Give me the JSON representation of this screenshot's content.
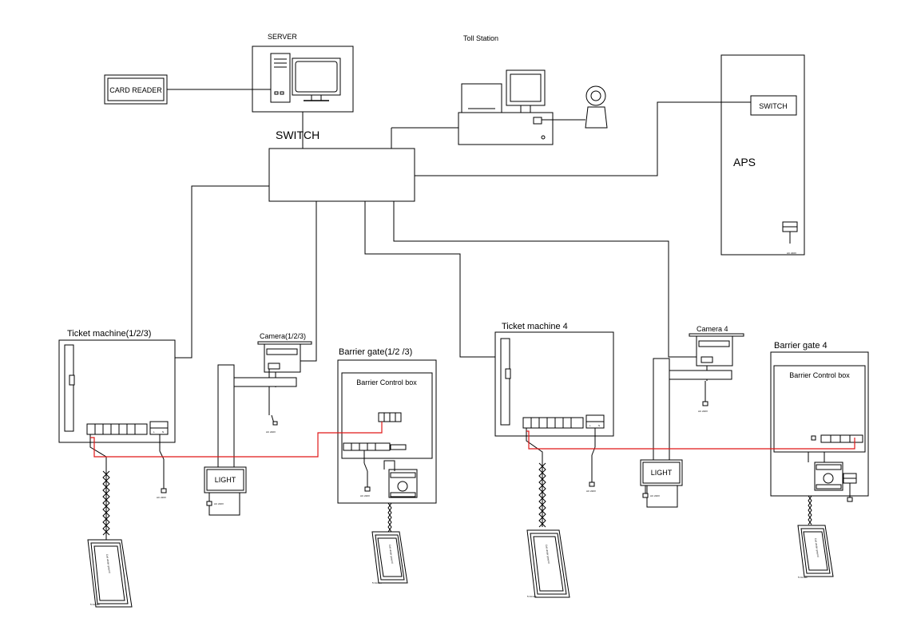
{
  "labels": {
    "server": "SERVER",
    "card_reader": "CARD READER",
    "toll_station": "Toll Station",
    "switch_main": "SWITCH",
    "aps": "APS",
    "aps_switch": "SWITCH",
    "ticket_machine_a": "Ticket machine(1/2/3)",
    "camera_a": "Camera(1/2/3)",
    "barrier_gate_a": "Barrier gate(1/2 /3)",
    "barrier_control_a": "Barrier Control box",
    "light_a": "LIGHT",
    "ticket_machine_b": "Ticket machine 4",
    "camera_b": "Camera 4",
    "barrier_gate_b": "Barrier gate 4",
    "barrier_control_b": "Barrier Control box",
    "light_b": "LIGHT",
    "loop_text": "Coil under ground",
    "circles": "5 Circles",
    "ac_220v": "AC 220V",
    "terminal_l": "L",
    "terminal_n": "N"
  },
  "colors": {
    "line": "#000000",
    "signal_wire": "#e01818",
    "background": "#ffffff"
  }
}
